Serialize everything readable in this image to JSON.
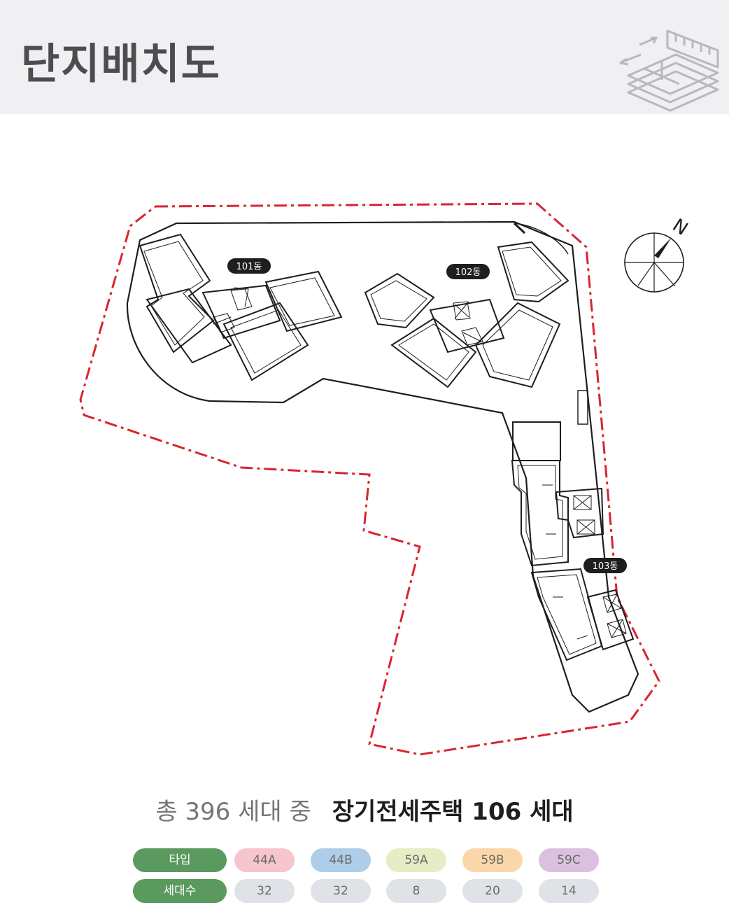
{
  "header": {
    "title": "단지배치도",
    "icon": "floor-plan-icon"
  },
  "compass": {
    "label": "N"
  },
  "buildings": [
    {
      "label": "101동"
    },
    {
      "label": "102동"
    },
    {
      "label": "103동"
    }
  ],
  "summary": {
    "total": "총 396 세대 중",
    "lease": "장기전세주택 106 세대"
  },
  "legend": {
    "type_label": "타입",
    "count_label": "세대수",
    "columns": [
      {
        "type": "44A",
        "count": "32",
        "color": "#f6c5cd"
      },
      {
        "type": "44B",
        "count": "32",
        "color": "#aecde8"
      },
      {
        "type": "59A",
        "count": "8",
        "color": "#e4edc4"
      },
      {
        "type": "59B",
        "count": "20",
        "color": "#fad7a8"
      },
      {
        "type": "59C",
        "count": "14",
        "color": "#dcc0e0"
      }
    ],
    "count_bg": "#dfe3e7",
    "head_bg": "#5b9a5e"
  },
  "colors": {
    "boundary": "#d9252f",
    "building_line": "#1e1e1e"
  }
}
